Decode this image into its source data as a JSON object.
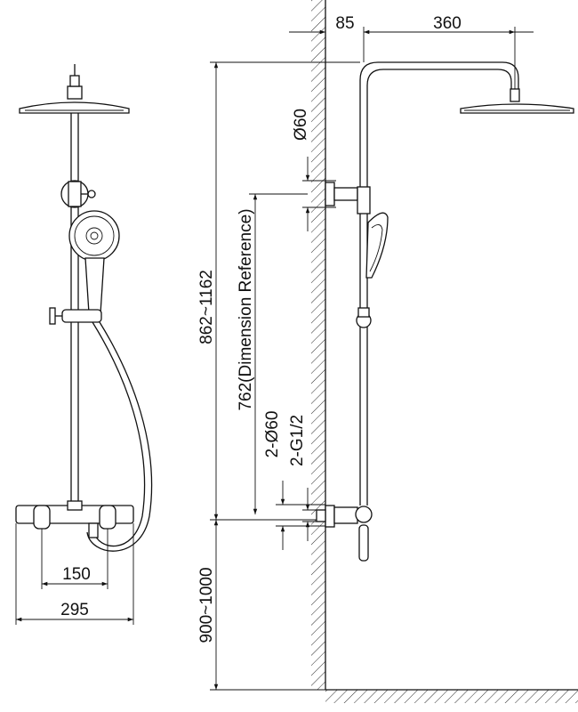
{
  "dimensions": {
    "top_wall_offset": "85",
    "top_arm_length": "360",
    "pipe_diameter": "Ø60",
    "total_height": "862~1162",
    "reference_height": "762(Dimension Reference)",
    "inlet_spacing_diameter": "2-Ø60",
    "inlet_thread": "2-G1/2",
    "mixer_center": "150",
    "mixer_width": "295",
    "install_height": "900~1000"
  },
  "colors": {
    "line": "#111111",
    "background": "#ffffff"
  }
}
